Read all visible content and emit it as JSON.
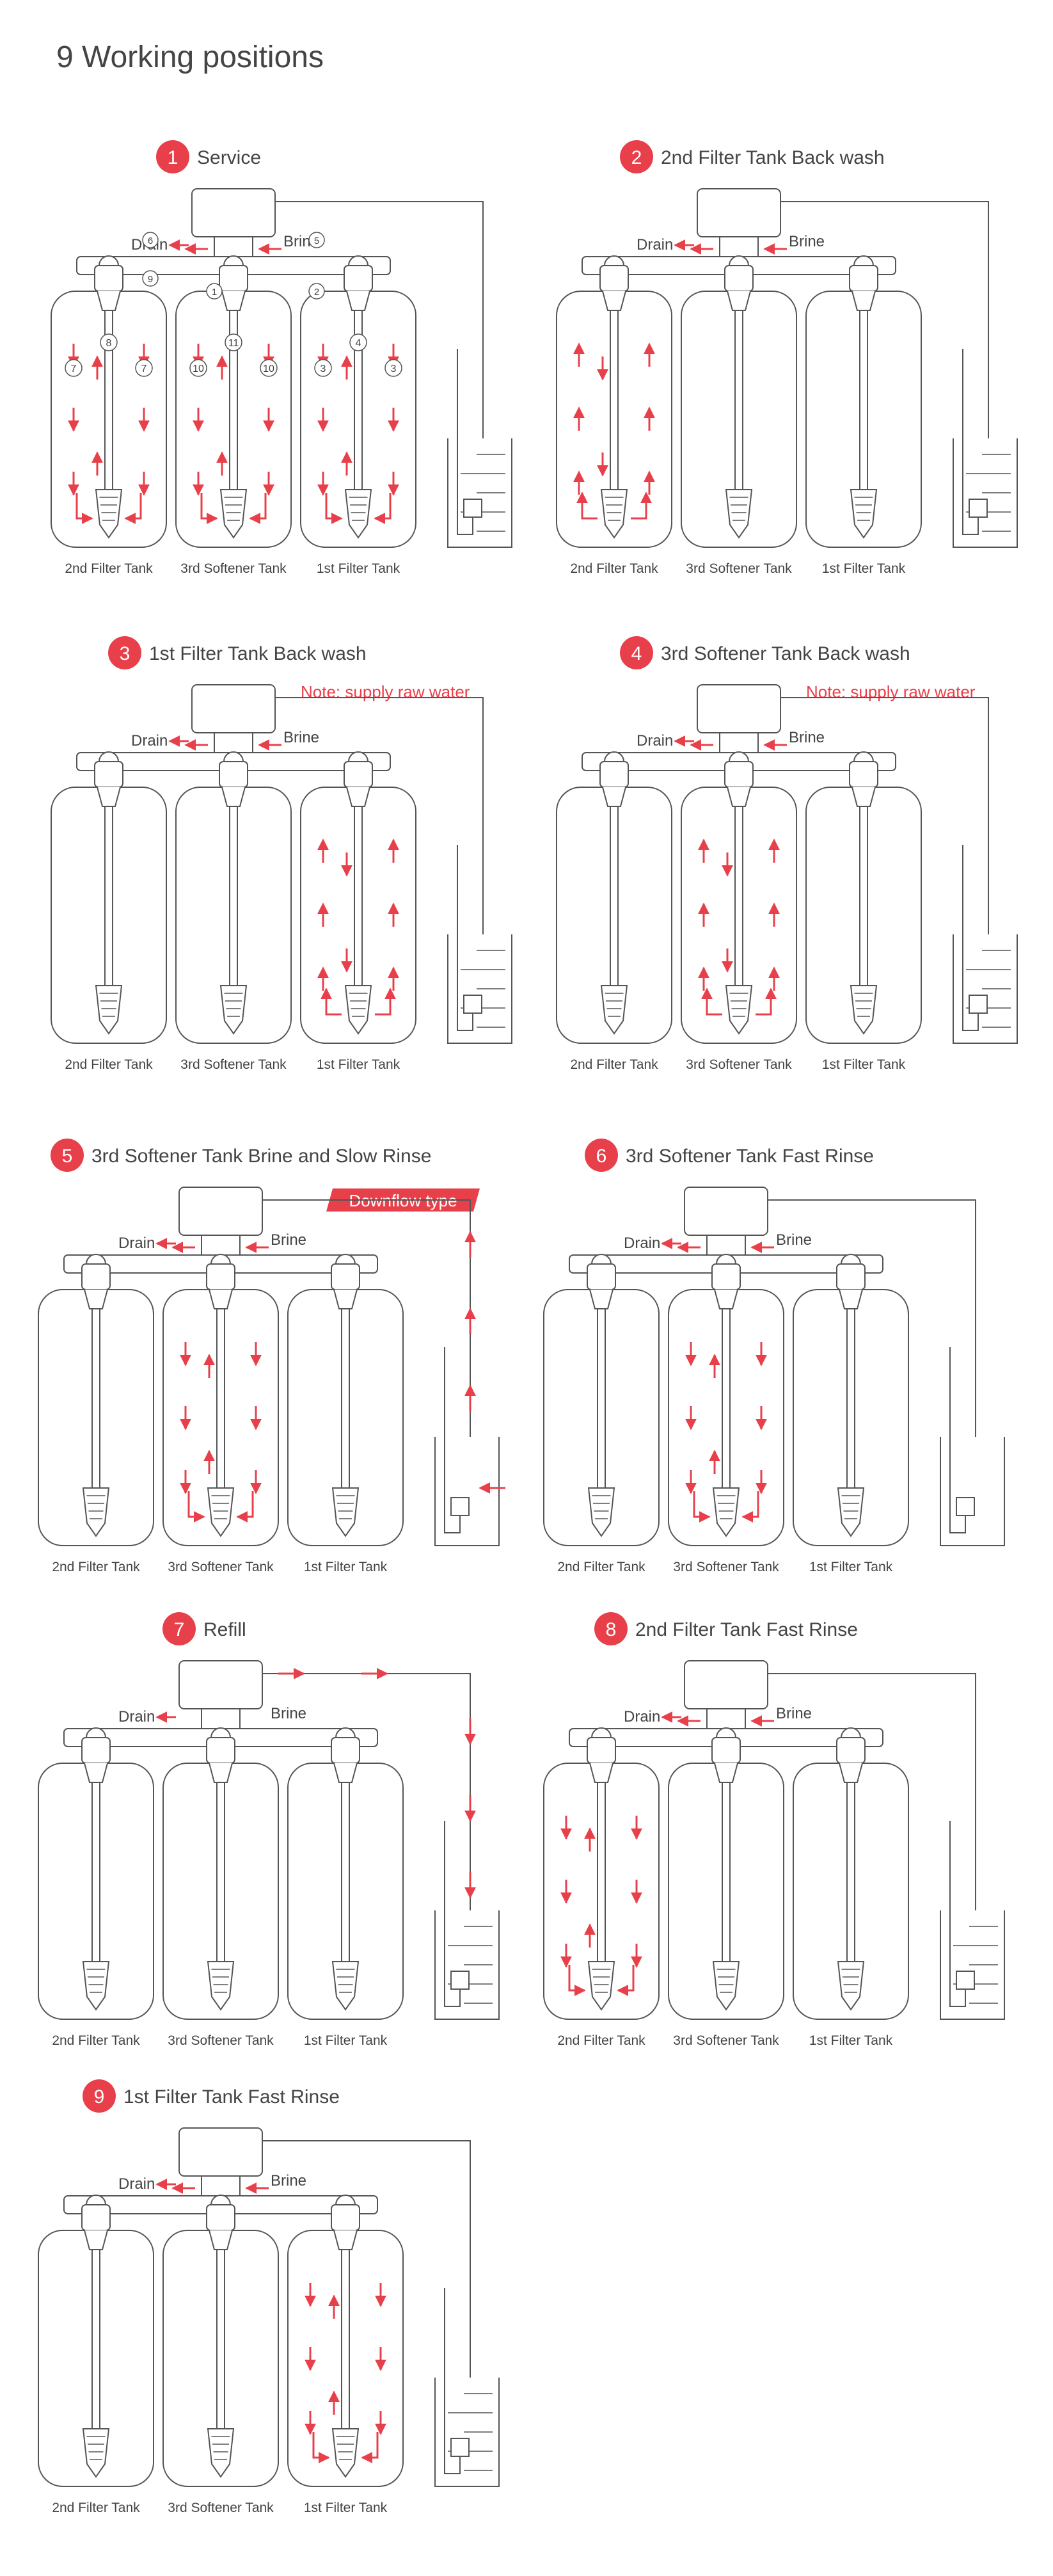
{
  "page": {
    "title": "9 Working positions"
  },
  "colors": {
    "accent": "#e8404a",
    "line": "#555555",
    "text": "#444444",
    "badge_text": "#ffffff"
  },
  "labels": {
    "drain": "Drain",
    "brine": "Brine",
    "tank_left": "2nd Filter Tank",
    "tank_middle": "3rd Softener Tank",
    "tank_right": "1st Filter Tank"
  },
  "panels": [
    {
      "number": "1",
      "title": "Service",
      "flow": "service"
    },
    {
      "number": "2",
      "title": "2nd Filter Tank Back wash",
      "flow": "up-left"
    },
    {
      "number": "3",
      "title": "1st Filter Tank Back wash",
      "note": "Note: supply raw water",
      "flow": "up-right"
    },
    {
      "number": "4",
      "title": "3rd Softener Tank Back wash",
      "note": "Note: supply raw water",
      "flow": "up-middle"
    },
    {
      "number": "5",
      "title": "3rd Softener Tank Brine and Slow Rinse",
      "tag": "Downflow type",
      "flow": "brine"
    },
    {
      "number": "6",
      "title": "3rd Softener Tank Fast Rinse",
      "flow": "down-middle"
    },
    {
      "number": "7",
      "title": "Refill",
      "flow": "refill"
    },
    {
      "number": "8",
      "title": "2nd Filter Tank Fast Rinse",
      "flow": "down-left"
    },
    {
      "number": "9",
      "title": "1st Filter Tank Fast Rinse",
      "flow": "down-right"
    }
  ],
  "service_markers": {
    "left_tank": [
      "7",
      "8",
      "7"
    ],
    "middle_tank": [
      "10",
      "11",
      "10"
    ],
    "right_tank": [
      "3",
      "4",
      "3"
    ],
    "valve": [
      "1",
      "2",
      "5",
      "6",
      "9"
    ]
  }
}
